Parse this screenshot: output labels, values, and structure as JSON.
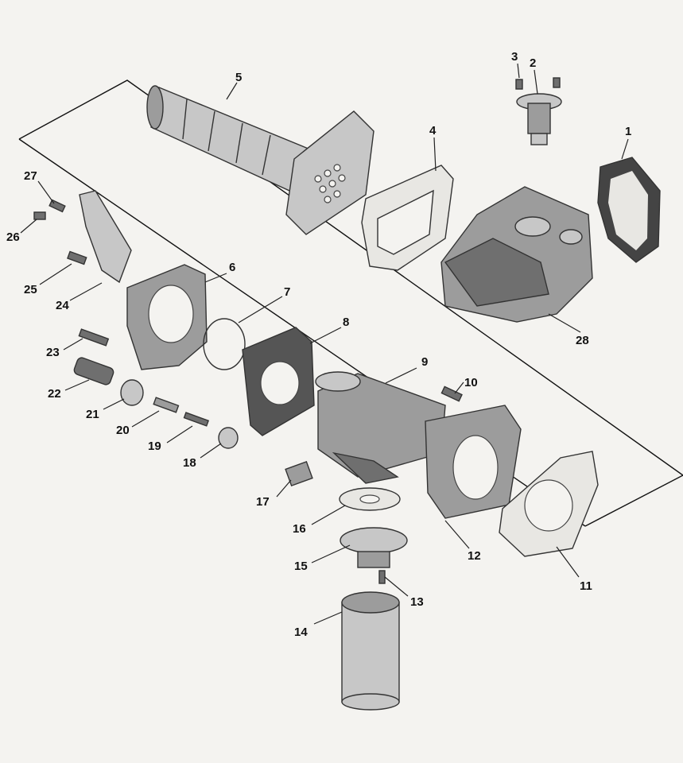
{
  "diagram": {
    "callouts": [
      {
        "id": "1",
        "label": "1"
      },
      {
        "id": "2",
        "label": "2"
      },
      {
        "id": "3",
        "label": "3"
      },
      {
        "id": "4",
        "label": "4"
      },
      {
        "id": "5",
        "label": "5"
      },
      {
        "id": "6",
        "label": "6"
      },
      {
        "id": "7",
        "label": "7"
      },
      {
        "id": "8",
        "label": "8"
      },
      {
        "id": "9",
        "label": "9"
      },
      {
        "id": "10",
        "label": "10"
      },
      {
        "id": "11",
        "label": "11"
      },
      {
        "id": "12",
        "label": "12"
      },
      {
        "id": "13",
        "label": "13"
      },
      {
        "id": "14",
        "label": "14"
      },
      {
        "id": "15",
        "label": "15"
      },
      {
        "id": "16",
        "label": "16"
      },
      {
        "id": "17",
        "label": "17"
      },
      {
        "id": "18",
        "label": "18"
      },
      {
        "id": "19",
        "label": "19"
      },
      {
        "id": "20",
        "label": "20"
      },
      {
        "id": "21",
        "label": "21"
      },
      {
        "id": "22",
        "label": "22"
      },
      {
        "id": "23",
        "label": "23"
      },
      {
        "id": "24",
        "label": "24"
      },
      {
        "id": "25",
        "label": "25"
      },
      {
        "id": "26",
        "label": "26"
      },
      {
        "id": "27",
        "label": "27"
      },
      {
        "id": "28",
        "label": "28"
      }
    ],
    "colors": {
      "background": "#f4f3f0",
      "casting": "#9c9c9c",
      "line": "#111111"
    }
  }
}
